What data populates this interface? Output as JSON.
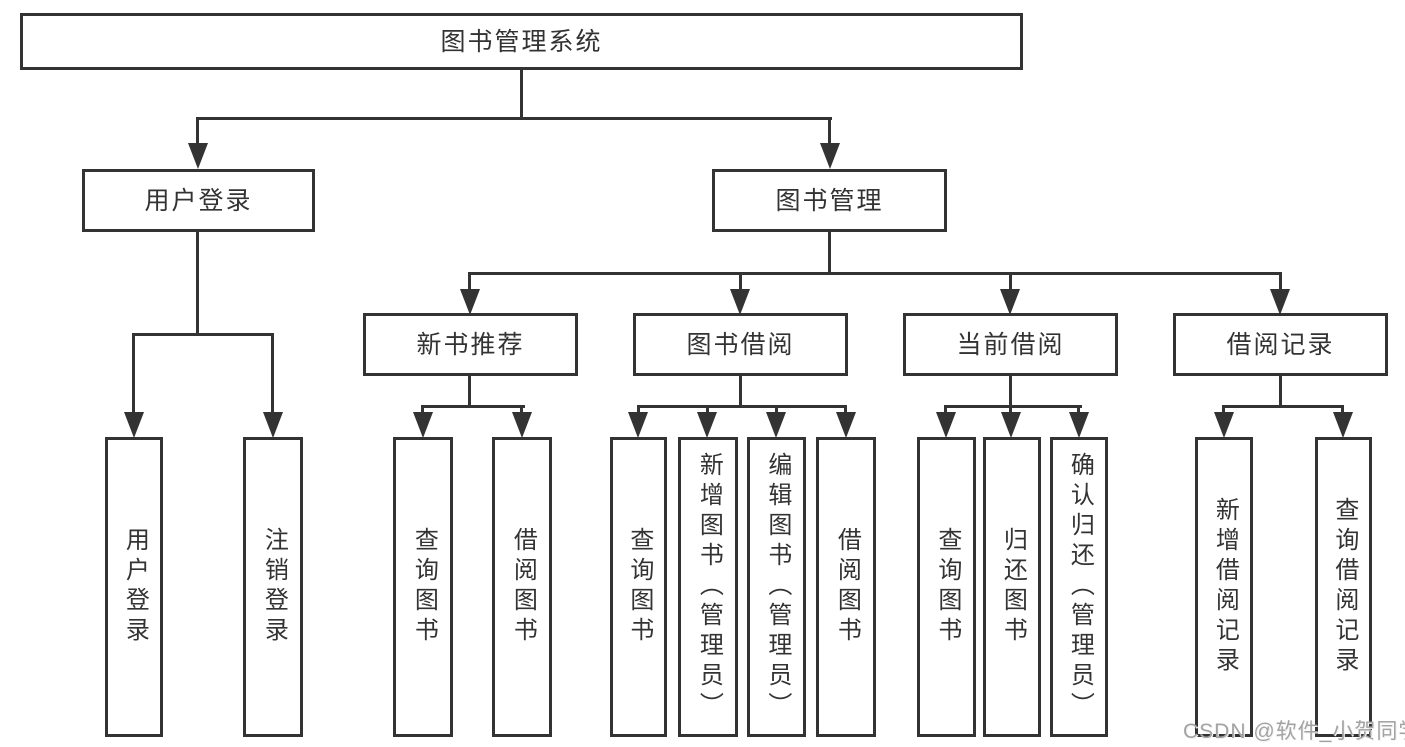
{
  "root": {
    "label": "图书管理系统"
  },
  "level2": [
    {
      "label": "用户登录"
    },
    {
      "label": "图书管理"
    }
  ],
  "level3": [
    {
      "label": "新书推荐"
    },
    {
      "label": "图书借阅"
    },
    {
      "label": "当前借阅"
    },
    {
      "label": "借阅记录"
    }
  ],
  "leaves": {
    "user_login": [
      {
        "label": "用户登录"
      },
      {
        "label": "注销登录"
      }
    ],
    "new_book_recommend": [
      {
        "label": "查询图书"
      },
      {
        "label": "借阅图书"
      }
    ],
    "book_borrow": [
      {
        "label": "查询图书"
      },
      {
        "label": "新增图书（管理员）"
      },
      {
        "label": "编辑图书（管理员）"
      },
      {
        "label": "借阅图书"
      }
    ],
    "current_borrow": [
      {
        "label": "查询图书"
      },
      {
        "label": "归还图书"
      },
      {
        "label": "确认归还（管理员）"
      }
    ],
    "borrow_record": [
      {
        "label": "新增借阅记录"
      },
      {
        "label": "查询借阅记录"
      }
    ]
  },
  "watermark": "CSDN @软件_小贺同学",
  "colors": {
    "line": "#333333",
    "box_border": "#333333",
    "text": "#333333",
    "watermark": "#a3a3a3",
    "background": "#ffffff"
  }
}
